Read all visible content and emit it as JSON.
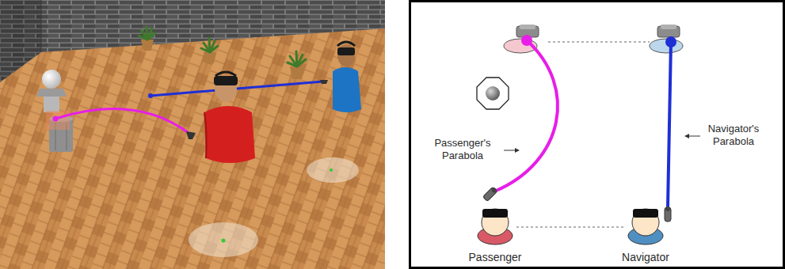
{
  "diagram": {
    "labels": [
      "Navigator's Parabola",
      "Passenger's Parabola",
      "Passenger",
      "Navigator"
    ]
  }
}
